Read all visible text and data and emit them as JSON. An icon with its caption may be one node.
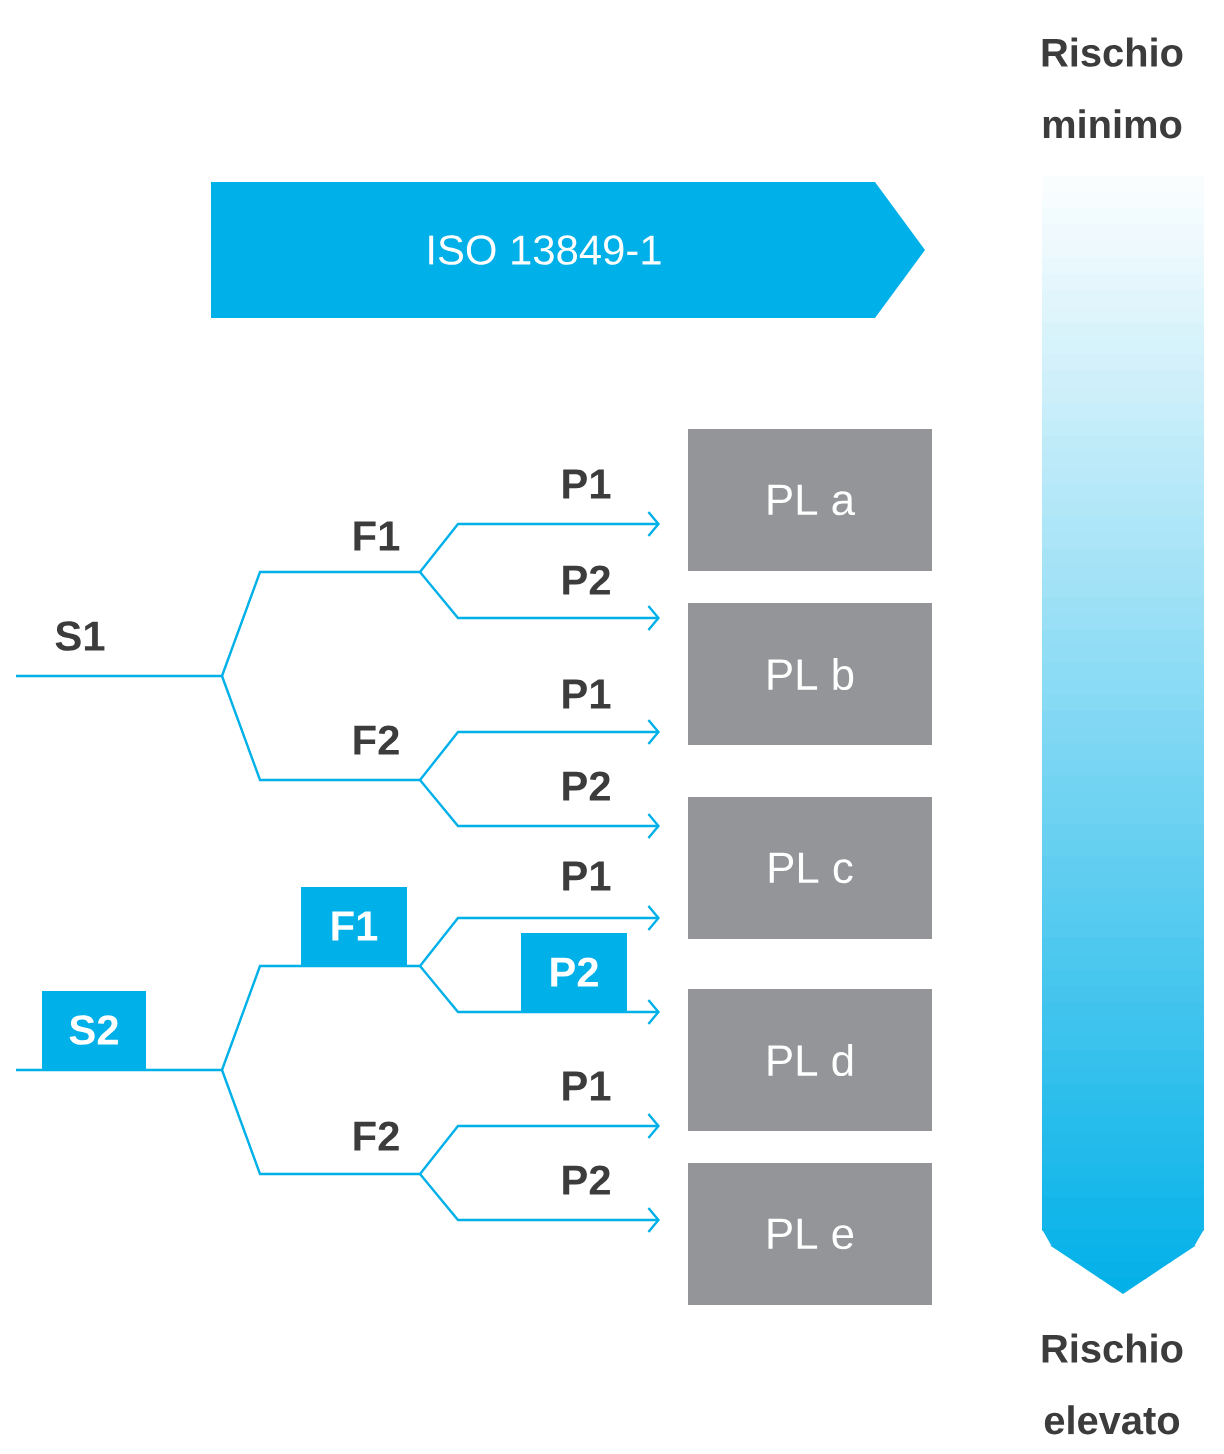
{
  "diagram": {
    "nodes": [
      {
        "text": [
          "ISO 13849-1"
        ]
      },
      {
        "text": [
          "PL a"
        ]
      },
      {
        "text": [
          "PL b"
        ]
      },
      {
        "text": [
          "PL c"
        ]
      },
      {
        "text": [
          "S2"
        ]
      },
      {
        "text": [
          "F1"
        ]
      },
      {
        "text": [
          "P2"
        ]
      },
      {
        "text": [
          "PL d"
        ]
      },
      {
        "text": [
          "PL e"
        ]
      }
    ],
    "labels": [
      "Rischio minimo",
      "S1",
      "F1",
      "P1",
      "P2",
      "F2",
      "P1",
      "P2",
      "P1",
      "F2",
      "P1",
      "P2",
      "Rischio elevato"
    ]
  }
}
